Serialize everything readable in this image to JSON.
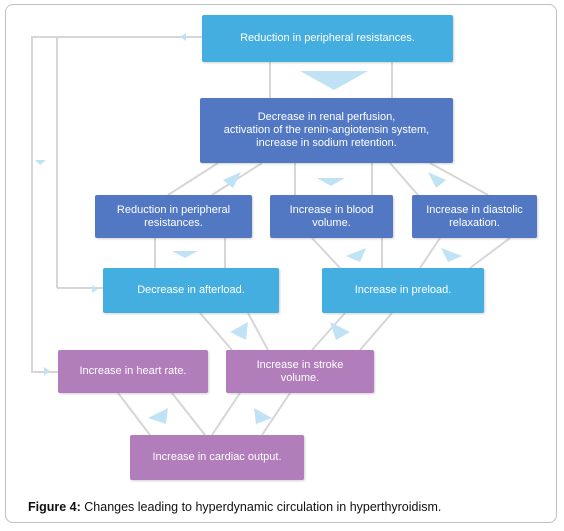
{
  "nodes": {
    "reduction_top": "Reduction in peripheral resistances.",
    "renal": "Decrease in renal perfusion,\nactivation of the renin-angiotensin system,\nincrease in sodium retention.",
    "reduction_mid": "Reduction in peripheral\nresistances.",
    "blood_volume": "Increase in blood\nvolume.",
    "diastolic": "Increase in diastolic\nrelaxation.",
    "afterload": "Decrease in afterload.",
    "preload": "Increase in preload.",
    "heart_rate": "Increase in heart  rate.",
    "stroke_volume": "Increase in stroke\nvolume.",
    "cardiac_output": "Increase in cardiac output."
  },
  "caption": {
    "label": "Figure 4:",
    "text": " Changes leading to hyperdynamic circulation in hyperthyroidism."
  },
  "colors": {
    "cyan": "#45aee0",
    "blue": "#5278c4",
    "purple": "#b27dbb",
    "connector": "#d9d9d9",
    "arrow": "#bfe3f5"
  }
}
